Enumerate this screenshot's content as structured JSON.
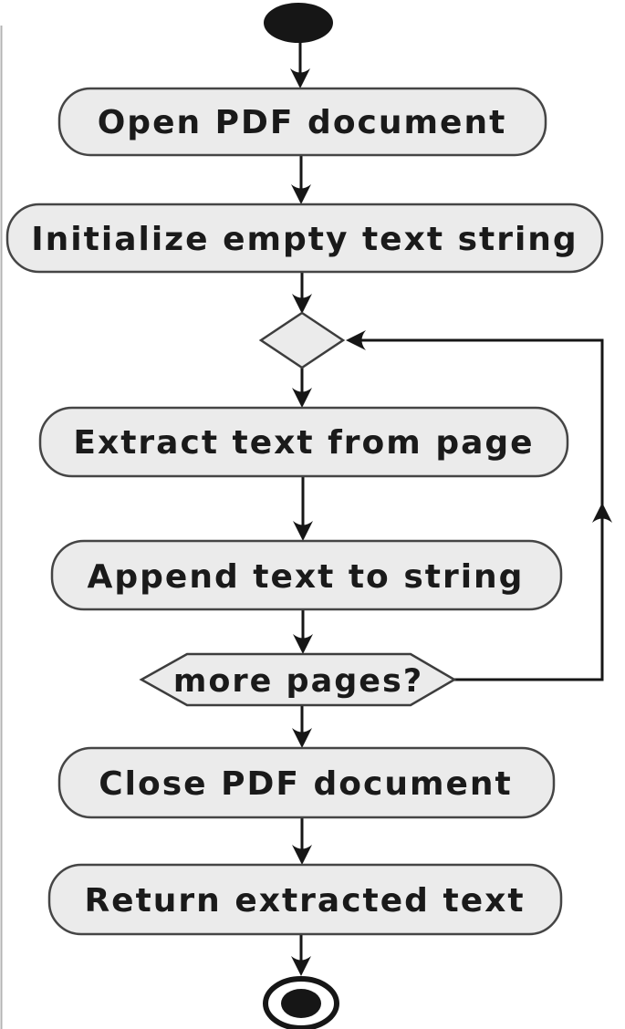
{
  "diagram": {
    "type": "uml-activity-diagram",
    "title": "PDF text extraction activity flow",
    "nodes": {
      "start": {
        "kind": "initial-node"
      },
      "open_pdf": {
        "label": "Open PDF document"
      },
      "init_string": {
        "label": "Initialize empty text string"
      },
      "merge": {
        "kind": "merge-diamond"
      },
      "extract_text": {
        "label": "Extract text from page"
      },
      "append_text": {
        "label": "Append text to string"
      },
      "more_pages": {
        "label": "more pages?",
        "kind": "decision-hexagon"
      },
      "close_pdf": {
        "label": "Close PDF document"
      },
      "return_text": {
        "label": "Return extracted text"
      },
      "end": {
        "kind": "final-node"
      }
    },
    "edges": [
      {
        "from": "start",
        "to": "open_pdf"
      },
      {
        "from": "open_pdf",
        "to": "init_string"
      },
      {
        "from": "init_string",
        "to": "merge"
      },
      {
        "from": "merge",
        "to": "extract_text"
      },
      {
        "from": "extract_text",
        "to": "append_text"
      },
      {
        "from": "append_text",
        "to": "more_pages"
      },
      {
        "from": "more_pages",
        "to": "merge",
        "route": "loop-back-right"
      },
      {
        "from": "more_pages",
        "to": "close_pdf"
      },
      {
        "from": "close_pdf",
        "to": "return_text"
      },
      {
        "from": "return_text",
        "to": "end"
      }
    ],
    "colors": {
      "node_fill": "#ebebeb",
      "node_border": "#454545",
      "edge_line": "#161616",
      "text": "#1a1a1a",
      "background": "#ffffff"
    }
  }
}
